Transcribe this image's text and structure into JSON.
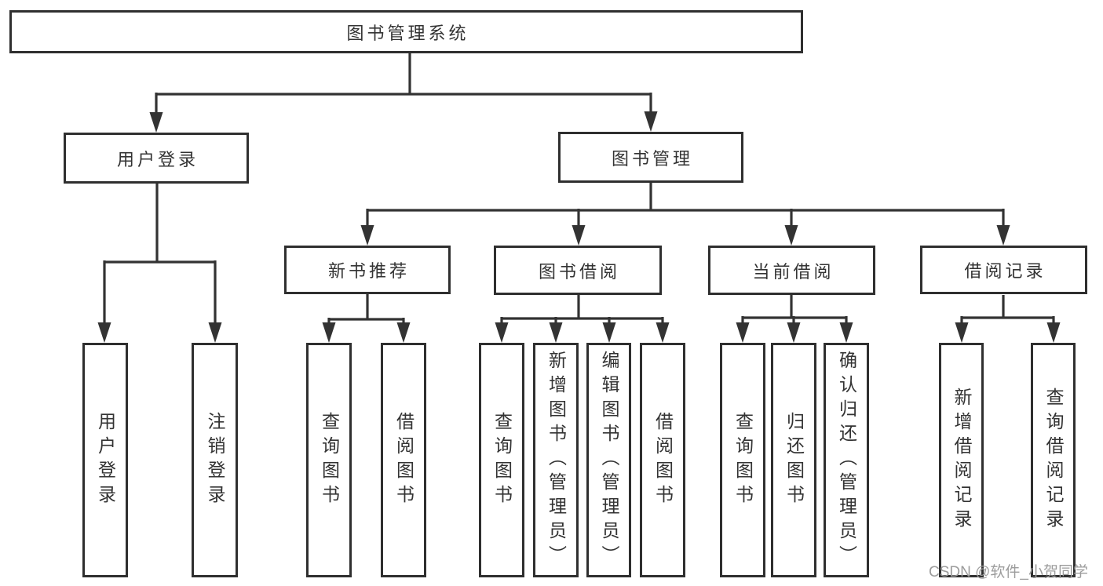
{
  "tree": {
    "root": {
      "label": "图书管理系统"
    },
    "branches": [
      {
        "label": "用户登录",
        "children": [
          {
            "label": "用户登录"
          },
          {
            "label": "注销登录"
          }
        ]
      },
      {
        "label": "图书管理",
        "children": [
          {
            "label": "新书推荐",
            "children": [
              {
                "label": "查询图书"
              },
              {
                "label": "借阅图书"
              }
            ]
          },
          {
            "label": "图书借阅",
            "children": [
              {
                "label": "查询图书"
              },
              {
                "label": "新增图书（管理员）"
              },
              {
                "label": "编辑图书（管理员）"
              },
              {
                "label": "借阅图书"
              }
            ]
          },
          {
            "label": "当前借阅",
            "children": [
              {
                "label": "查询图书"
              },
              {
                "label": "归还图书"
              },
              {
                "label": "确认归还（管理员）"
              }
            ]
          },
          {
            "label": "借阅记录",
            "children": [
              {
                "label": "新增借阅记录"
              },
              {
                "label": "查询借阅记录"
              }
            ]
          }
        ]
      }
    ]
  },
  "watermark": {
    "text": "CSDN @软件_小贺同学",
    "color": "#9c9c9c"
  },
  "colors": {
    "line": "#333333",
    "border": "#2f2f2f",
    "text": "#333333",
    "background": "#ffffff"
  }
}
